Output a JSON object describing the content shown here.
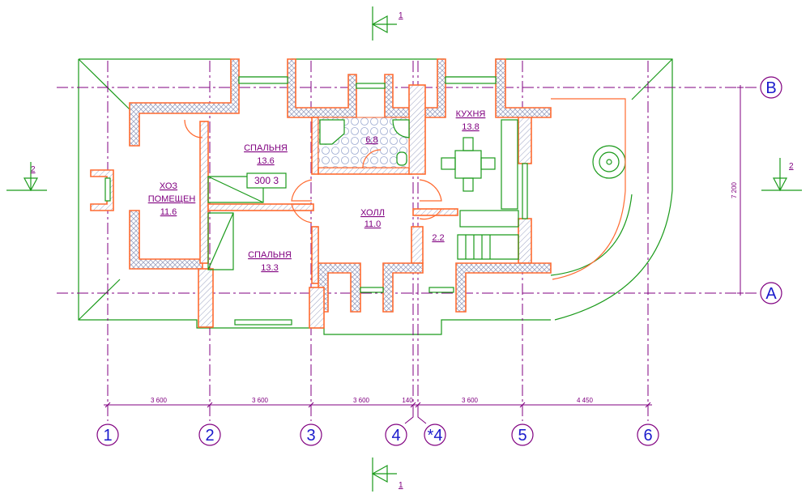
{
  "drawing": {
    "grid_axes_vertical": [
      "1",
      "2",
      "3",
      "4",
      "*4",
      "5",
      "6"
    ],
    "grid_axes_horizontal": [
      "В",
      "А"
    ],
    "dimensions_horizontal": [
      "3 600",
      "3 600",
      "3 600",
      "140",
      "3 600",
      "4 450"
    ],
    "dimension_vertical": "7 200",
    "section_marks": {
      "top": "1",
      "bottom": "1",
      "left": "2",
      "right": "2"
    },
    "rooms": [
      {
        "name": "СПАЛЬНЯ",
        "area": "13.6"
      },
      {
        "name": "ХОЗ",
        "name2": "ПОМЕЩЕН",
        "area": "11.6"
      },
      {
        "name": "СПАЛЬНЯ",
        "area": "13.3"
      },
      {
        "name": "ХОЛЛ",
        "area": "11.0"
      },
      {
        "name": "",
        "area": "6.8"
      },
      {
        "name": "",
        "area": "2.2"
      },
      {
        "name": "КУХНЯ",
        "area": "13.8"
      }
    ],
    "tag": "300 3"
  },
  "colors": {
    "axis": "#800080",
    "walls": "#ff6a30",
    "furniture": "#1a9a1a",
    "bubble_text": "#1a1acc"
  }
}
